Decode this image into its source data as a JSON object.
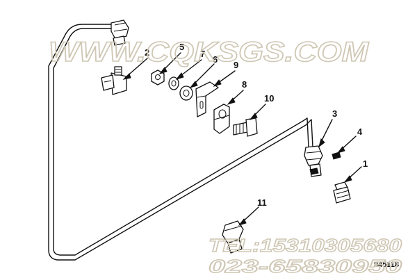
{
  "watermark": {
    "site": "WWW.CQKSGS.COM",
    "tel": "TEL:15310305680",
    "phone": "023-65830950",
    "color": "#cfc7b4"
  },
  "drawing_code": "945118",
  "callouts": {
    "c1": "1",
    "c2": "2",
    "c3": "3",
    "c4": "4",
    "c5": "5",
    "c6": "6",
    "c7": "7",
    "c8": "8",
    "c9": "9",
    "c10": "10",
    "c11": "11"
  }
}
